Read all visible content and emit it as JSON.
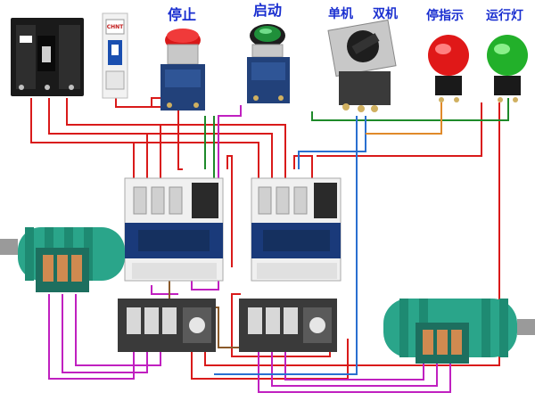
{
  "labels": {
    "stop": "停止",
    "start": "启动",
    "single": "单机",
    "double": "双机",
    "stop_indicator": "停指示",
    "run_light": "运行灯"
  },
  "colors": {
    "label_blue": "#1a2fd0",
    "wire_red": "#d91a1a",
    "wire_magenta": "#c020c0",
    "wire_green": "#1e8a2a",
    "wire_blue": "#2a6fd0",
    "wire_orange": "#e08a2a",
    "wire_brown": "#8a5a2a",
    "motor_teal": "#2aa58a",
    "contactor_blue": "#1a3a7a",
    "relay_gray": "#3a3a3a",
    "stop_button_red": "#d81818",
    "start_button_green": "#1f8f3a",
    "lamp_red": "#e01818",
    "lamp_green": "#22b02a",
    "breaker_black": "#1a1a1a"
  },
  "icons": [
    "breaker-icon",
    "mcb-icon",
    "stop-button-icon",
    "start-button-icon",
    "selector-switch-icon",
    "stop-indicator-lamp-icon",
    "run-lamp-icon",
    "contactor-icon",
    "thermal-relay-icon",
    "motor-icon"
  ]
}
